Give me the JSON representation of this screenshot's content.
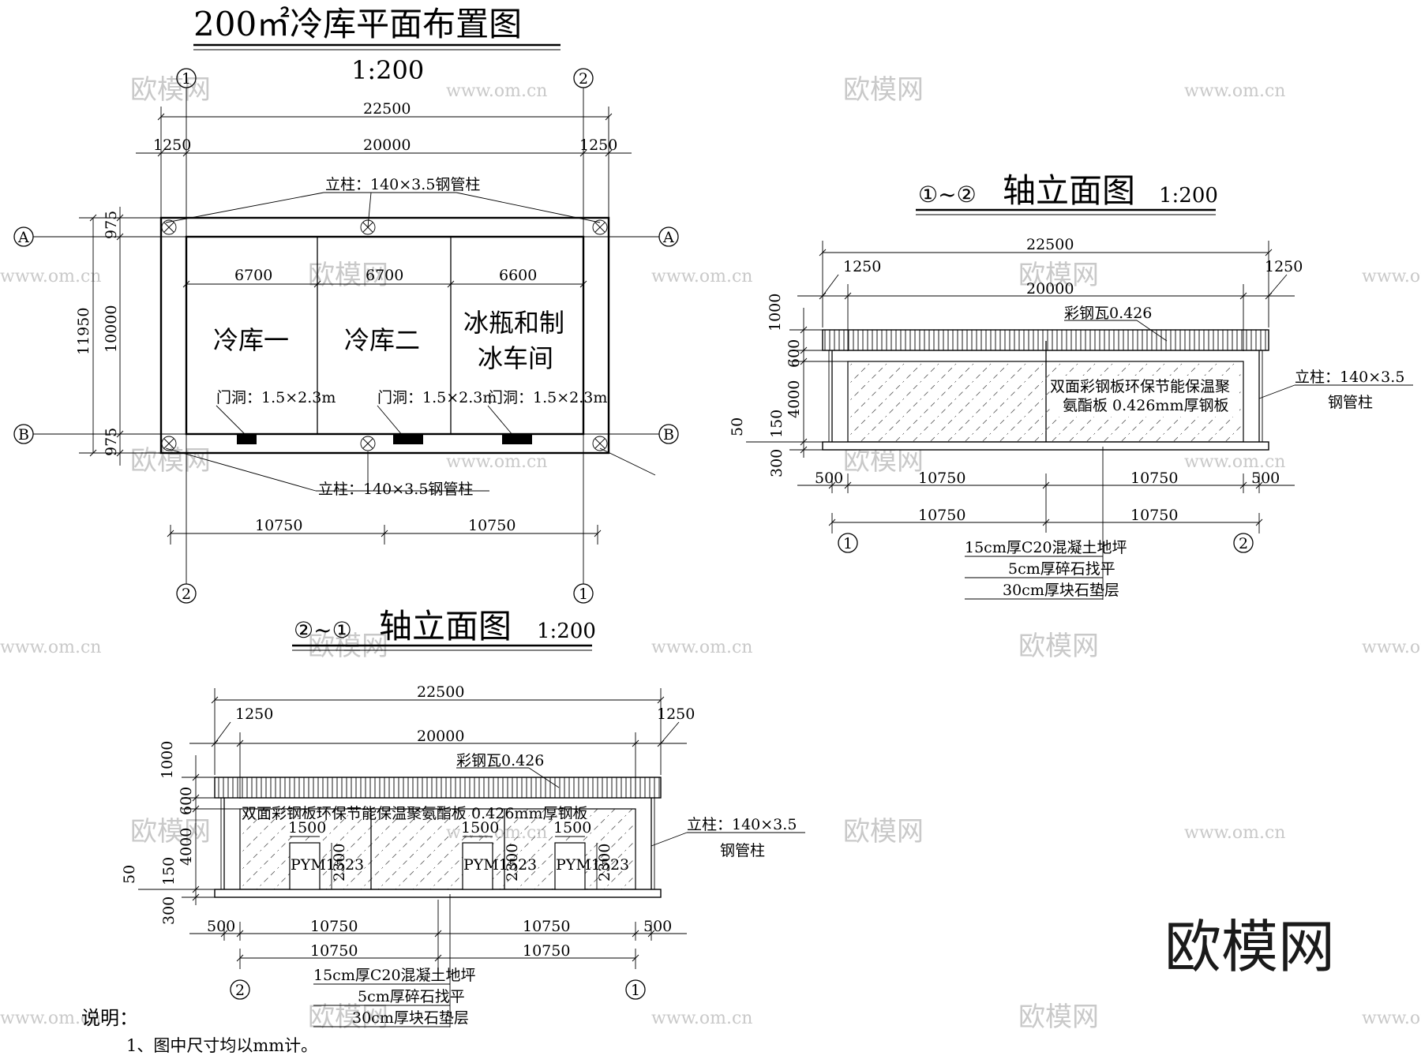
{
  "plan": {
    "title": "200㎡冷库平面布置图",
    "scale": "1:200",
    "dims": {
      "overall": "22500",
      "left_overhang": "1250",
      "middle": "20000",
      "right_overhang": "1250",
      "room1_width": "6700",
      "room2_width": "6700",
      "room3_width": "6600",
      "total_depth": "11950",
      "inner_depth": "10000",
      "top_offset": "975",
      "bottom_offset": "975",
      "bottom_left": "10750",
      "bottom_right": "10750"
    },
    "rooms": [
      "冷库一",
      "冷库二",
      "冰瓶和制",
      "冰车间"
    ],
    "door_note": "门洞：1.5×2.3m",
    "column_note": "立柱：140×3.5钢管柱",
    "axes": {
      "one": "1",
      "two": "2",
      "a": "A",
      "b": "B"
    }
  },
  "elev1": {
    "title_axes": "①~②",
    "title_text": "轴立面图",
    "scale": "1:200",
    "overall": "22500",
    "left_overhang": "1250",
    "middle": "20000",
    "right_overhang": "1250",
    "roof_note": "彩钢瓦0.426",
    "panel_note_1": "双面彩钢板环保节能保温聚",
    "panel_note_2": "氨酯板 0.426mm厚钢板",
    "column_note_1": "立柱：140×3.5",
    "column_note_2": "钢管柱",
    "v_dims": [
      "1000",
      "600",
      "4000",
      "150",
      "50",
      "300"
    ],
    "bottom_dims": [
      "500",
      "10750",
      "10750",
      "500"
    ],
    "bottom_dims_2": [
      "10750",
      "10750"
    ],
    "axis_left": "1",
    "axis_right": "2",
    "layers": [
      "15cm厚C20混凝土地坪",
      "5cm厚碎石找平",
      "30cm厚块石垫层"
    ]
  },
  "elev2": {
    "title_axes": "②~①",
    "title_text": "轴立面图",
    "scale": "1:200",
    "overall": "22500",
    "left_overhang": "1250",
    "middle": "20000",
    "right_overhang": "1250",
    "roof_note": "彩钢瓦0.426",
    "panel_note": "双面彩钢板环保节能保温聚氨酯板 0.426mm厚钢板",
    "door_width": "1500",
    "door_height": "2300",
    "door_code": "PYM1523",
    "column_note_1": "立柱：140×3.5",
    "column_note_2": "钢管柱",
    "v_dims": [
      "1000",
      "600",
      "4000",
      "150",
      "50",
      "300"
    ],
    "bottom_dims": [
      "500",
      "10750",
      "10750",
      "500"
    ],
    "bottom_dims_2": [
      "10750",
      "10750"
    ],
    "axis_left": "2",
    "axis_right": "1",
    "layers": [
      "15cm厚C20混凝土地坪",
      "5cm厚碎石找平",
      "30cm厚块石垫层"
    ]
  },
  "notes": {
    "heading": "说明：",
    "item1": "1、图中尺寸均以mm计。"
  },
  "watermark": {
    "brand": "欧模网",
    "url": "www.om.cn"
  }
}
